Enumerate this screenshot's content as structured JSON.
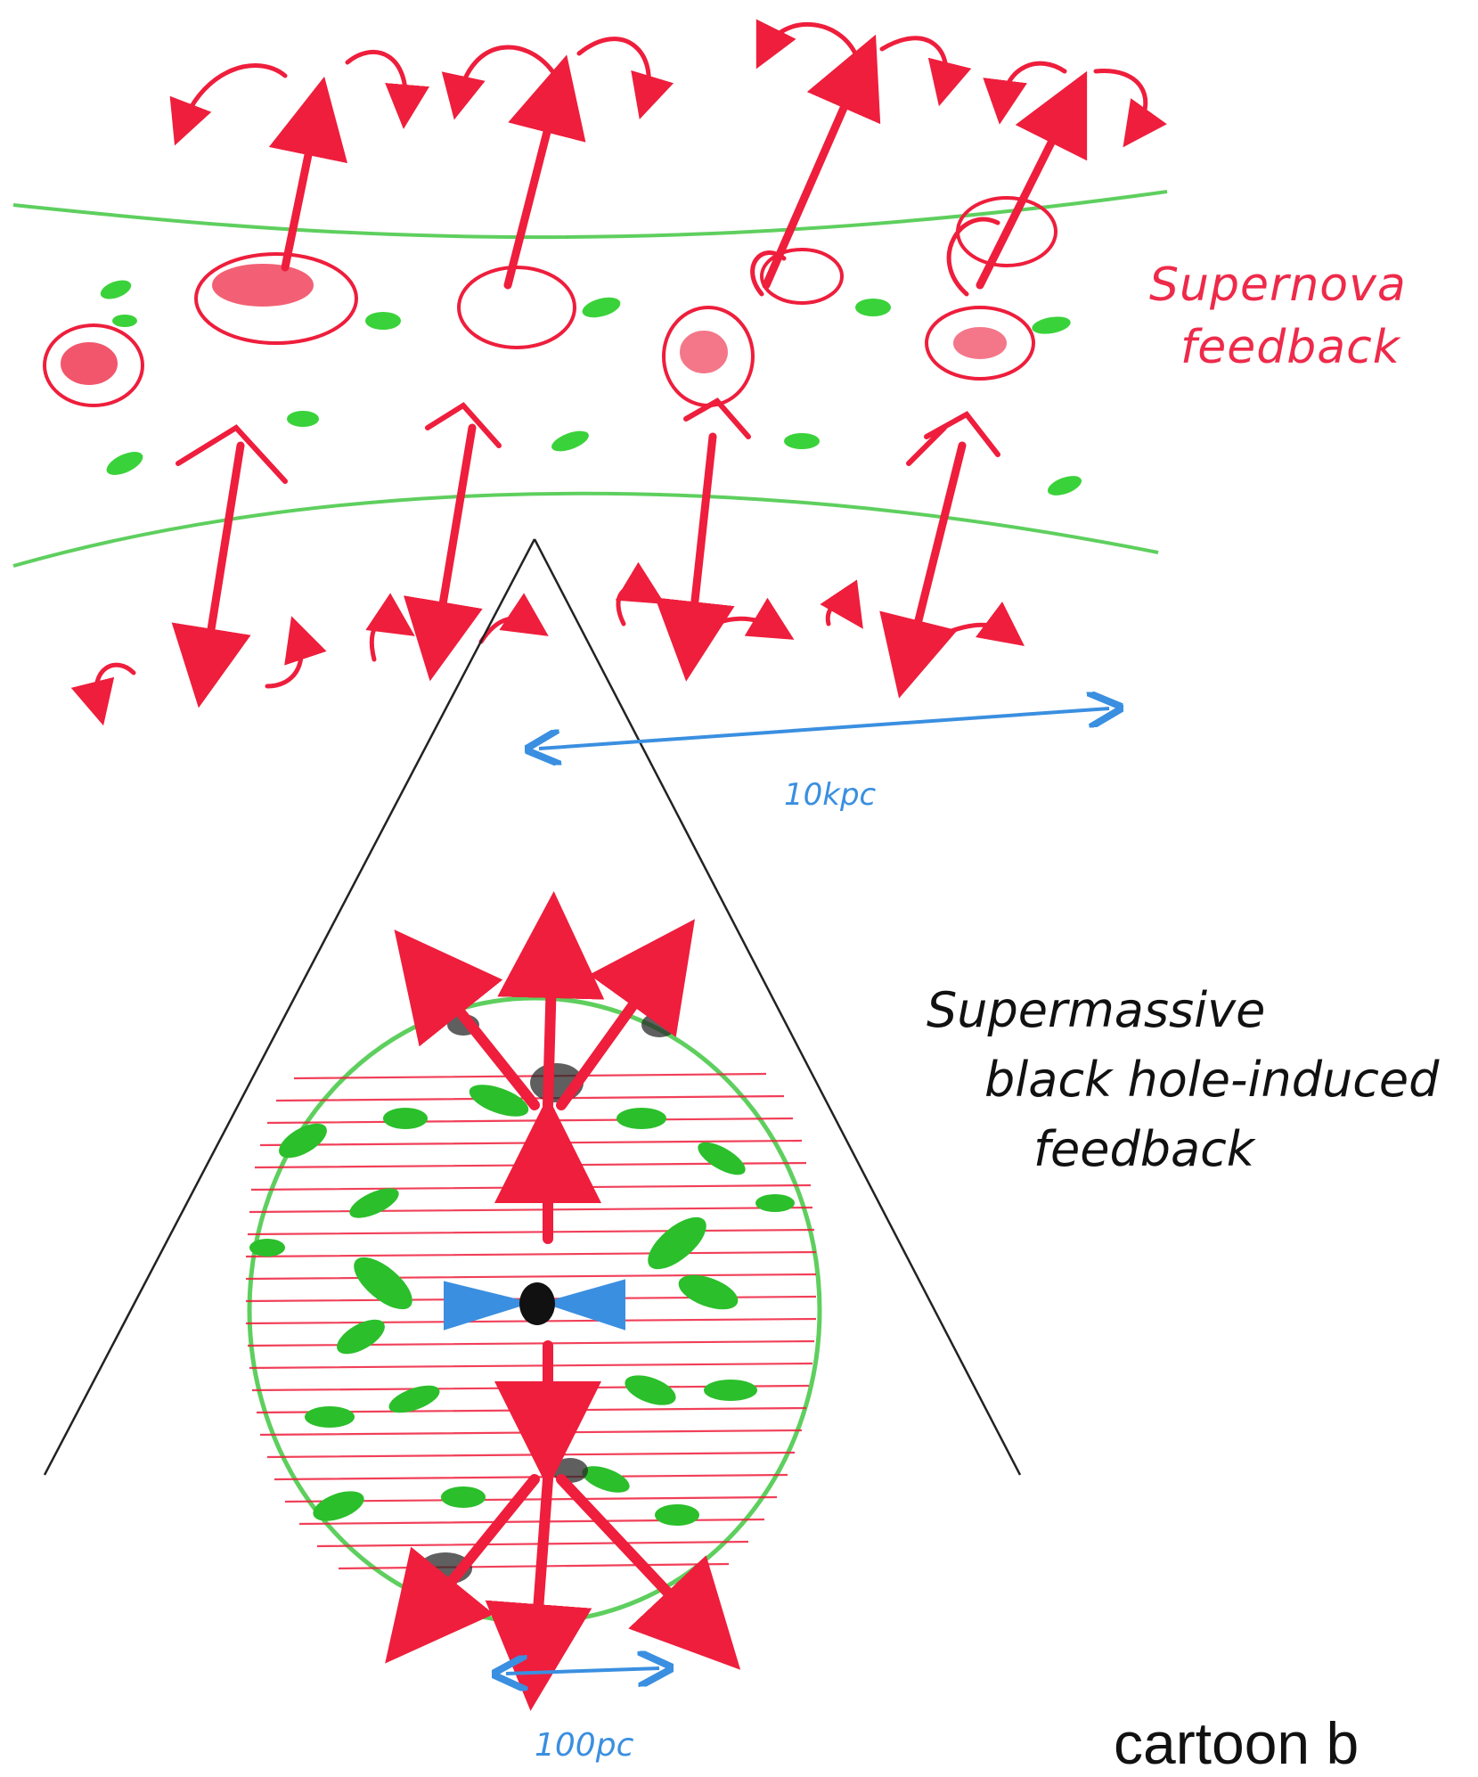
{
  "labels": {
    "supernova_line1": "Supernova",
    "supernova_line2": "feedback",
    "smbh_line1": "Supermassive",
    "smbh_line2": "black hole-induced",
    "smbh_line3": "feedback",
    "scale_large": "10kpc",
    "scale_small": "100pc",
    "caption": "cartoon b"
  },
  "colors": {
    "feedback_red": "#ee1e3c",
    "gas_green": "#3ad23a",
    "scale_blue": "#3a8fe0",
    "ink_black": "#111111"
  }
}
